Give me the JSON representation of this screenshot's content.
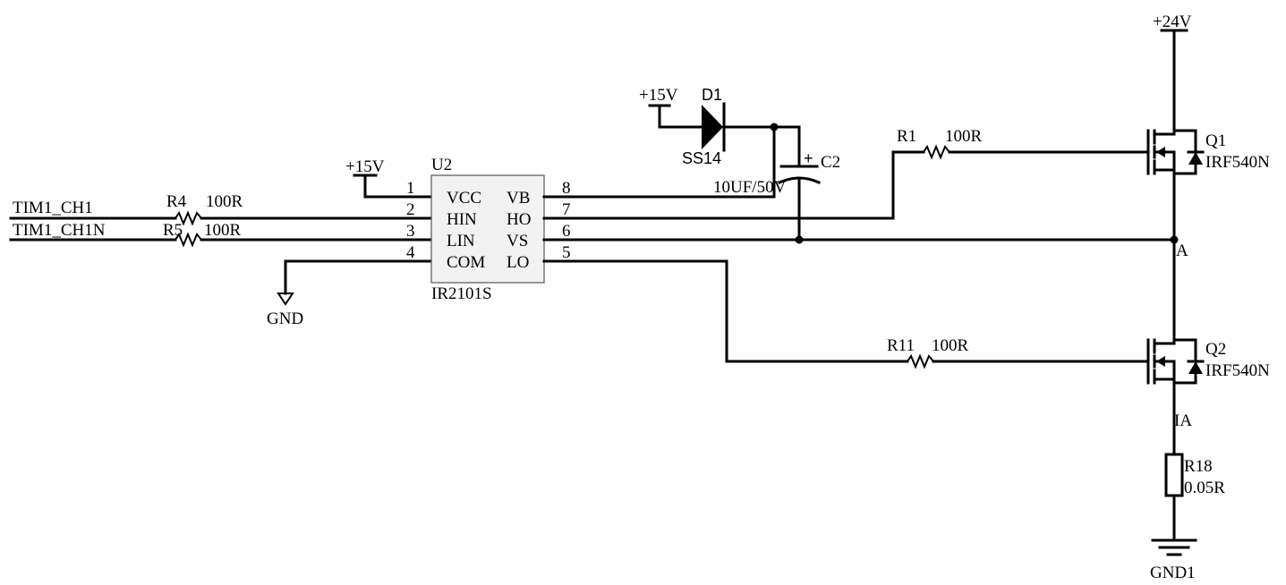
{
  "power": {
    "vcc_24": "+24V",
    "vcc_15_diode": "+15V",
    "vcc_15_chip": "+15V",
    "gnd_chip": "GND",
    "gnd_bottom": "GND1"
  },
  "inputs": {
    "ch1": "TIM1_CH1",
    "ch1n": "TIM1_CH1N"
  },
  "driver": {
    "ref": "U2",
    "part": "IR2101S",
    "pins_left": [
      {
        "num": "1",
        "name": "VCC"
      },
      {
        "num": "2",
        "name": "HIN"
      },
      {
        "num": "3",
        "name": "LIN"
      },
      {
        "num": "4",
        "name": "COM"
      }
    ],
    "pins_right": [
      {
        "num": "8",
        "name": "VB"
      },
      {
        "num": "7",
        "name": "HO"
      },
      {
        "num": "6",
        "name": "VS"
      },
      {
        "num": "5",
        "name": "LO"
      }
    ]
  },
  "resistors": {
    "r4": {
      "ref": "R4",
      "value": "100R"
    },
    "r5": {
      "ref": "R5",
      "value": "100R"
    },
    "r1": {
      "ref": "R1",
      "value": "100R"
    },
    "r11": {
      "ref": "R11",
      "value": "100R"
    },
    "r18": {
      "ref": "R18",
      "value": "0.05R"
    }
  },
  "diode": {
    "ref": "D1",
    "part": "SS14"
  },
  "capacitor": {
    "ref": "C2",
    "value": "10UF/50V",
    "plus": "+"
  },
  "mosfets": {
    "q1": {
      "ref": "Q1",
      "part": "IRF540N"
    },
    "q2": {
      "ref": "Q2",
      "part": "IRF540N"
    }
  },
  "nets": {
    "a": "A",
    "ia": "IA"
  }
}
